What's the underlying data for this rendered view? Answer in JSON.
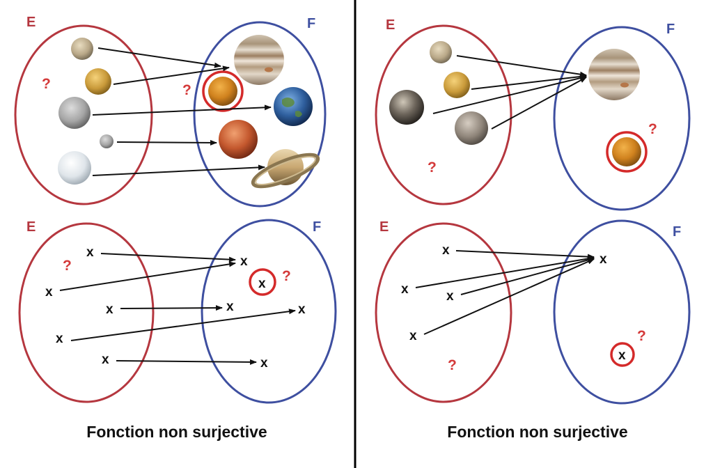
{
  "colors": {
    "set_e": "#b5373f",
    "set_f": "#3e4fa0",
    "highlight": "#d42a2a",
    "question": "#d43a3a",
    "arrow": "#111111",
    "divider": "#000000"
  },
  "panels": {
    "left": {
      "top": {
        "set_e_label": "E",
        "set_f_label": "F",
        "question_e": "?",
        "question_f": "?",
        "domain_items": [
          "moon-io",
          "moon-europa",
          "moon-grey",
          "moon-small",
          "moon-white"
        ],
        "codomain_items": [
          "planet-jupiter",
          "planet-venus",
          "planet-earth",
          "planet-mars",
          "planet-saturn"
        ]
      },
      "bottom": {
        "set_e_label": "E",
        "set_f_label": "F",
        "question_e": "?",
        "question_f": "?",
        "marks": [
          "x",
          "x",
          "x",
          "x",
          "x",
          "x",
          "x",
          "x",
          "x",
          "x"
        ]
      },
      "caption": "Fonction non surjective"
    },
    "right": {
      "top": {
        "set_e_label": "E",
        "set_f_label": "F",
        "question_e": "?",
        "question_f": "?",
        "domain_items": [
          "moon-io",
          "moon-europa",
          "moon-callisto",
          "moon-ganymede"
        ],
        "codomain_items": [
          "planet-jupiter",
          "planet-venus"
        ]
      },
      "bottom": {
        "set_e_label": "E",
        "set_f_label": "F",
        "question_e": "?",
        "question_f": "?",
        "marks": [
          "x",
          "x",
          "x",
          "x",
          "x",
          "x"
        ]
      },
      "caption": "Fonction non surjective"
    }
  }
}
